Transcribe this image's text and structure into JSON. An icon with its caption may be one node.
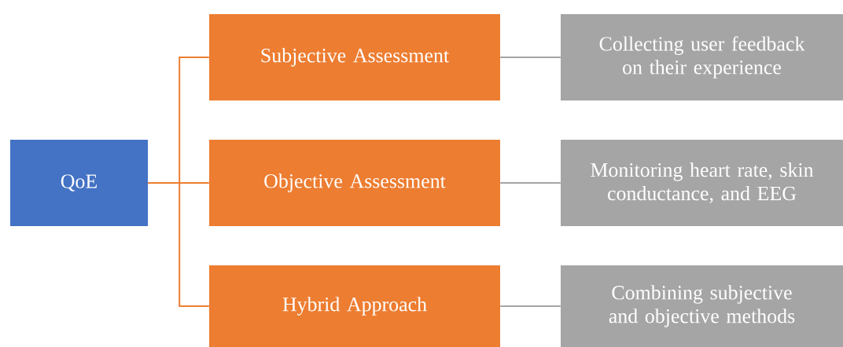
{
  "diagram": {
    "nodes": [
      {
        "text": [
          "QoE"
        ]
      },
      {
        "text": [
          "Subjective Assessment"
        ]
      },
      {
        "text": [
          "Objective Assessment"
        ]
      },
      {
        "text": [
          "Hybrid Approach"
        ]
      },
      {
        "text": [
          "Collecting user feedback on their experience"
        ]
      },
      {
        "text": [
          "Monitoring heart rate, skin conductance, and EEG"
        ]
      },
      {
        "text": [
          "Combining subjective and objective methods"
        ]
      }
    ],
    "edges": [
      {
        "from": 0,
        "to": 1,
        "arrow": "none",
        "color": "#ed7d31"
      },
      {
        "from": 0,
        "to": 2,
        "arrow": "none",
        "color": "#ed7d31"
      },
      {
        "from": 0,
        "to": 3,
        "arrow": "none",
        "color": "#ed7d31"
      },
      {
        "from": 1,
        "to": 4,
        "arrow": "none",
        "color": "#a5a5a5"
      },
      {
        "from": 2,
        "to": 5,
        "arrow": "none",
        "color": "#a5a5a5"
      },
      {
        "from": 3,
        "to": 6,
        "arrow": "none",
        "color": "#a5a5a5"
      }
    ]
  }
}
